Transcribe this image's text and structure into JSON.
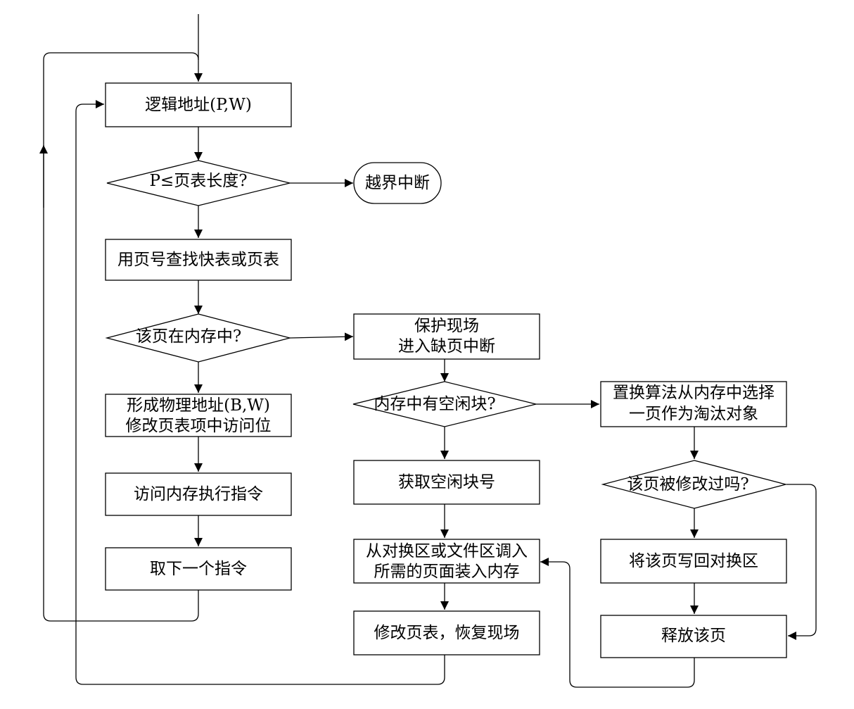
{
  "flowchart": {
    "logical_address": "逻辑地址(P,W)",
    "page_check": "P≤页表长度?",
    "out_of_bounds": "越界中断",
    "lookup_table": "用页号查找快表或页表",
    "page_in_memory": "该页在内存中?",
    "physical_address": [
      "形成物理地址(B,W)",
      "修改页表项中访问位"
    ],
    "execute": "访问内存执行指令",
    "next_instruction": "取下一个指令",
    "save_context": [
      "保护现场",
      "进入缺页中断"
    ],
    "free_block_check": "内存中有空闲块?",
    "get_free_block": "获取空闲块号",
    "load_page": [
      "从对换区或文件区调入",
      "所需的页面装入内存"
    ],
    "restore": "修改页表，恢复现场",
    "replacement": [
      "置换算法从内存中选择",
      "一页作为淘汰对象"
    ],
    "modified_check": "该页被修改过吗?",
    "write_back": "将该页写回对换区",
    "release_page": "释放该页"
  }
}
